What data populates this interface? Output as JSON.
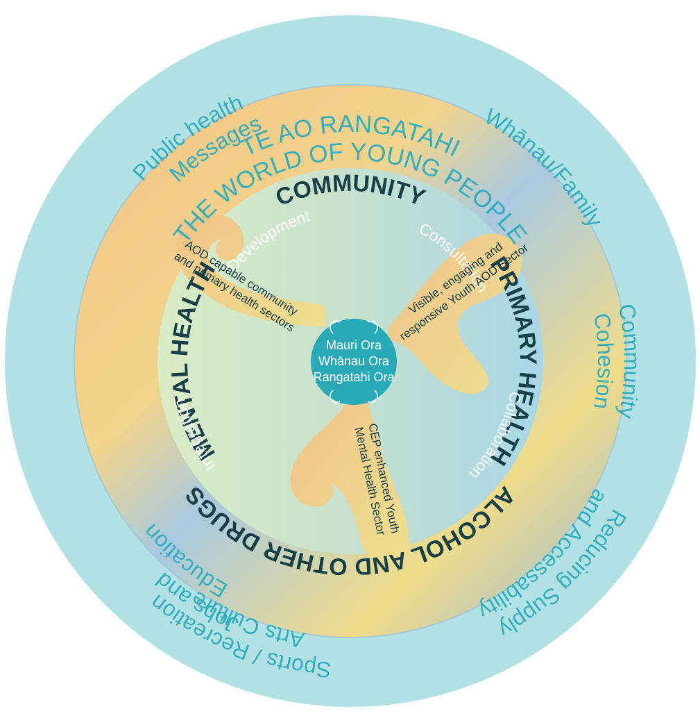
{
  "outer_ring": {
    "title_maori": "TE AO RANGATAHI",
    "title_english": "THE WORLD OF YOUNG PEOPLE",
    "whanau": "Whānau/Family",
    "community_cohesion_1": "Community",
    "community_cohesion_2": "Cohesion",
    "reducing_1": "Reducing Supply",
    "reducing_2": "and Accessability",
    "sports_1": "Sports / Recreation",
    "sports_2": "Arts Culture",
    "jobs_1": "Jobs and",
    "jobs_2": "Education",
    "public_1": "Public health",
    "public_2": "Messages"
  },
  "inner_ring": {
    "community": "COMMUNITY",
    "primary_health": "PRIMARY HEALTH",
    "alcohol_drugs": "ALCOHOL AND OTHER DRUGS",
    "mental_health": "MENTAL HEALTH",
    "consultation": "Consultation",
    "collaboration": "Collaboration",
    "integration": "Integration",
    "development": "Development"
  },
  "arms": {
    "aod_1": "AOD capable community",
    "aod_2": "and primary health sectors",
    "visible_1": "Visible, engaging and",
    "visible_2": "responsive Youth AOD Sector",
    "cep_1": "CEP enhanced Youth",
    "cep_2": "Mental Health Sector"
  },
  "center": {
    "line1": "Mauri Ora",
    "line2": "Whānau Ora",
    "line3": "Rangatahi Ora"
  },
  "colors": {
    "outer_ring": "#b2e1e4",
    "band_blue": "#8fbde5",
    "band_orange": "#f3c48a",
    "band_yellow": "#efe08a",
    "inner_field_green": "#cfe6c8",
    "inner_field_blue": "#acd8e6",
    "center_disc": "#28a9b8",
    "outer_text": "#33aebf",
    "dark_text": "#163f48"
  }
}
